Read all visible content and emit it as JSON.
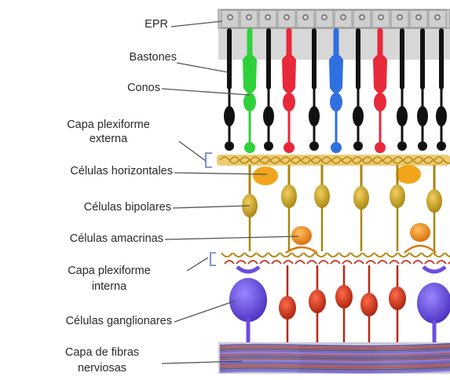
{
  "labels": {
    "epr": "EPR",
    "bastones": "Bastones",
    "conos": "Conos",
    "plexiforme_externa_1": "Capa plexiforme",
    "plexiforme_externa_2": "externa",
    "horizontales": "Células horizontales",
    "bipolares": "Células bipolares",
    "amacrinas": "Células amacrinas",
    "plexiforme_interna_1": "Capa plexiforme",
    "plexiforme_interna_2": "interna",
    "ganglionares": "Células ganglionares",
    "fibras_1": "Capa de fibras",
    "fibras_2": "nerviosas"
  },
  "colors": {
    "epr": "#d4d4d4",
    "rod": "#111111",
    "cone_green": "#2fd13a",
    "cone_red": "#e8293a",
    "cone_blue": "#2f6fe0",
    "bipolar": "#c9a016",
    "horizontal": "#f2a51c",
    "amacrine": "#f28a12",
    "ganglion": "#6a4fe0",
    "ganglion_red": "#cc2a12",
    "fibers": "#c3c3d6",
    "leader": "#555555"
  }
}
